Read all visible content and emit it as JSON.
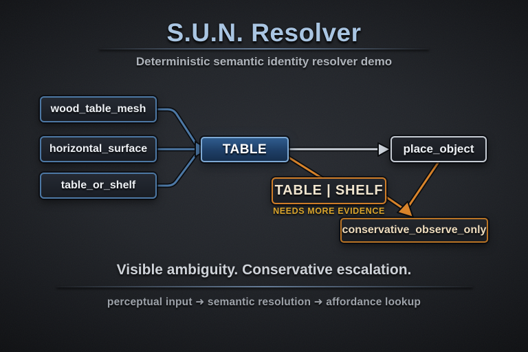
{
  "header": {
    "title": "S.U.N. Resolver",
    "subtitle": "Deterministic semantic identity resolver demo"
  },
  "diagram": {
    "inputs": [
      {
        "label": "wood_table_mesh"
      },
      {
        "label": "horizontal_surface"
      },
      {
        "label": "table_or_shelf"
      }
    ],
    "resolved_node": {
      "label": "TABLE"
    },
    "affordance_node": {
      "label": "place_object"
    },
    "ambiguous_node": {
      "label": "TABLE | SHELF",
      "caption": "NEEDS MORE EVIDENCE"
    },
    "fallback_node": {
      "label": "conservative_observe_only"
    }
  },
  "tagline": "Visible ambiguity. Conservative escalation.",
  "footer": {
    "text": "perceptual input ➜ semantic resolution ➜ affordance lookup"
  },
  "colors": {
    "accent_blue": "#4d78a4",
    "accent_orange": "#d9842b",
    "arrow_silver": "#ccd2da",
    "title_blue": "#a9c5e2",
    "gold": "#d9a42c"
  }
}
